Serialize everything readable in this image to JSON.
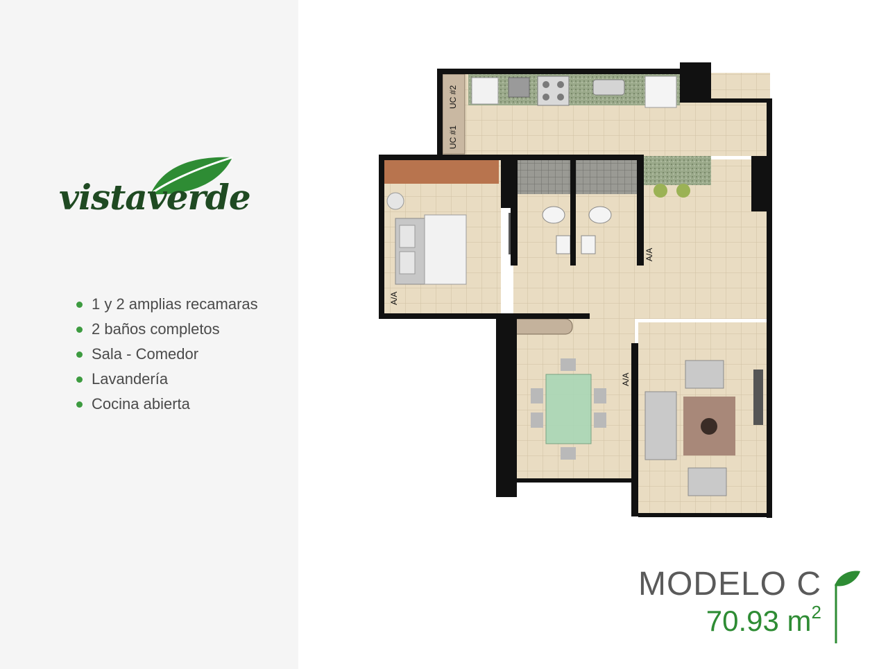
{
  "brand": {
    "logo_text": "vistaverde"
  },
  "features": {
    "items": [
      {
        "label": "1 y 2 amplias recamaras"
      },
      {
        "label": "2 baños completos"
      },
      {
        "label": "Sala - Comedor"
      },
      {
        "label": "Lavandería"
      },
      {
        "label": "Cocina abierta"
      }
    ]
  },
  "plan": {
    "labels": {
      "uc1": "UC #1",
      "uc2": "UC #2",
      "aa_bedroom": "A/A",
      "aa_bath": "A/A",
      "aa_dining": "A/A"
    }
  },
  "model": {
    "name": "MODELO C",
    "area_value": "70.93 m",
    "area_unit_exp": "2"
  },
  "colors": {
    "accent_green": "#2e8c34",
    "dark_green": "#1f4a22",
    "bullet_green": "#3d9b40",
    "floor_tile": "#e9dcc2",
    "wall": "#111111"
  }
}
